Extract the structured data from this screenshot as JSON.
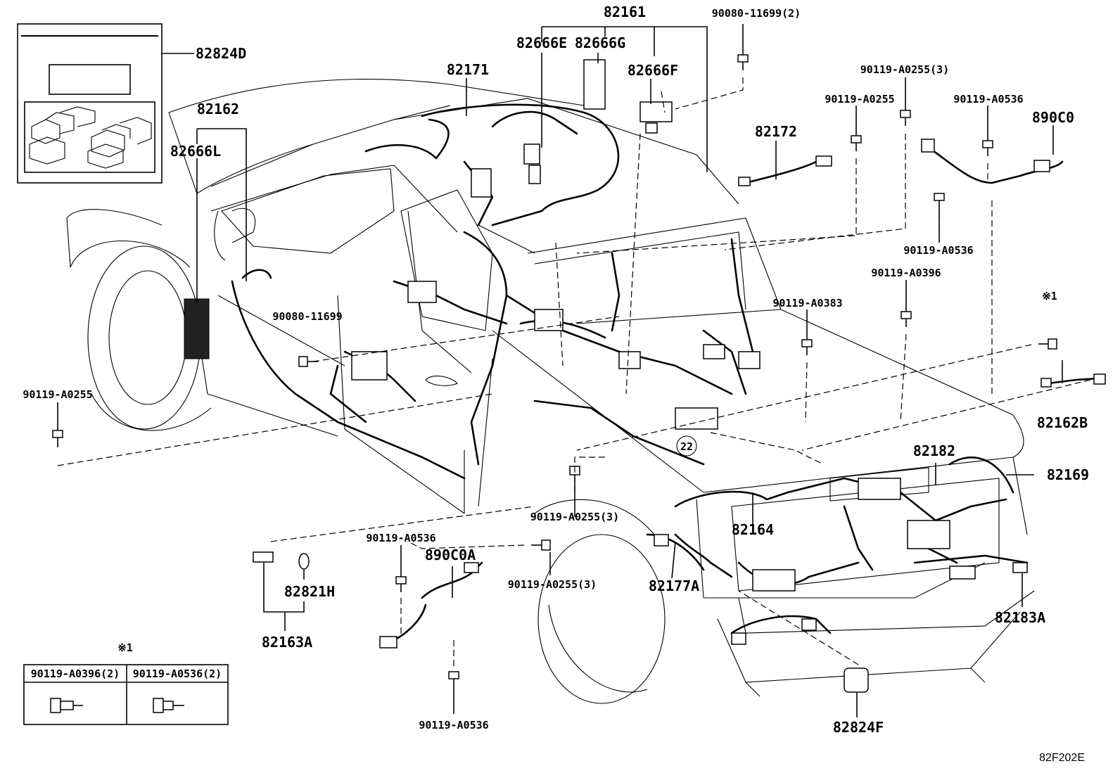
{
  "diagram_code": "82F202E",
  "labels": {
    "p82161": "82161",
    "p90080_11699_2": "90080-11699(2)",
    "p82824D": "82824D",
    "p82666E": "82666E",
    "p82666G": "82666G",
    "p82666F": "82666F",
    "p82171": "82171",
    "p82162": "82162",
    "p82666L": "82666L",
    "p90119_A0255_3_top": "90119-A0255(3)",
    "p90119_A0255_top": "90119-A0255",
    "p90119_A0536_top": "90119-A0536",
    "p890C0": "890C0",
    "p82172": "82172",
    "p90119_A0536_mid": "90119-A0536",
    "p90119_A0396": "90119-A0396",
    "p90119_A0383": "90119-A0383",
    "p90080_11699": "90080-11699",
    "star1_right": "※1",
    "p82162B": "82162B",
    "p90119_A0255_left": "90119-A0255",
    "p82182": "82182",
    "p82169": "82169",
    "ref22": "22",
    "p82164": "82164",
    "p90119_A0255_3_mid": "90119-A0255(3)",
    "p90119_A0536_low": "90119-A0536",
    "p890C0A": "890C0A",
    "p90119_A0255_3_low": "90119-A0255(3)",
    "p82177A": "82177A",
    "p82821H": "82821H",
    "p82163A": "82163A",
    "p82183A": "82183A",
    "p90119_A0536_bottom": "90119-A0536",
    "p82824F": "82824F"
  },
  "legend": {
    "mark": "※1",
    "col1": "90119-A0396(2)",
    "col2": "90119-A0536(2)"
  }
}
